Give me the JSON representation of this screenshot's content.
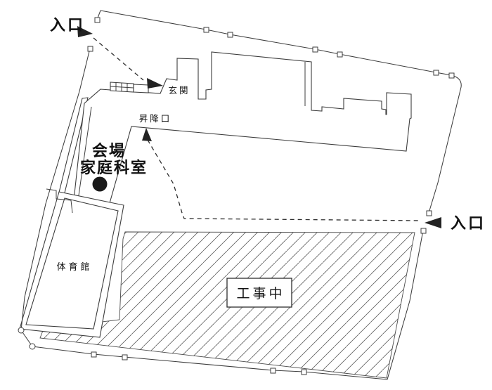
{
  "map": {
    "description": "school-site-access-map",
    "labels": {
      "entrance_left": "入口",
      "entrance_right": "入口",
      "main_entrance": "玄関",
      "student_entrance": "昇降口",
      "venue_line1": "会場",
      "venue_line2": "家庭科室",
      "gymnasium": "体育館",
      "under_construction": "工事中"
    },
    "markers": {
      "venue_marker": "filled-circle",
      "boundary_post": "small-square",
      "boundary_pin": "small-circle"
    },
    "colors": {
      "background": "#ffffff",
      "line": "#3d3d3d",
      "text": "#111111",
      "hatch": "#5f5f5f",
      "marker_fill": "#1a1a1a"
    }
  }
}
